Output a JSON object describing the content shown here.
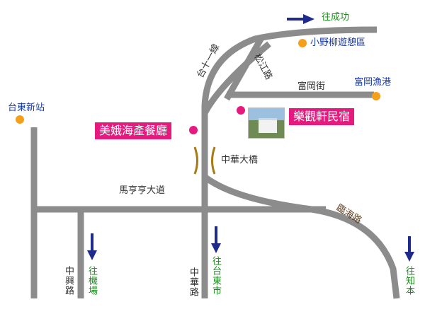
{
  "roads": {
    "tai11": "台十一線",
    "songjiang": "松江路",
    "fugang_st": "富岡街",
    "mahengheng": "馬亨亨大道",
    "zhongxing": "中興路",
    "zhonghua": "中華路",
    "linhai": "臨海路"
  },
  "places": {
    "taitung_station": "台東新站",
    "xiaoyeliu": "小野柳遊憩區",
    "fugang_harbor": "富岡漁港",
    "meie_restaurant": "美娥海產餐廳",
    "leguanxuan": "樂觀軒民宿",
    "zhonghua_bridge": "中華大橋"
  },
  "directions": {
    "to_chenggong": "往成功",
    "to_airport": "往機場",
    "to_taitung_city": "往台東市",
    "to_zhiben": "往知本"
  },
  "colors": {
    "road": "#8c8c8c",
    "marker": "#f5a01a",
    "pink": "#e6197f",
    "arrow": "#1e2a8c",
    "bridge": "#a77a14",
    "direction_text": "#1a8a1a",
    "place_text": "#1a3aa8"
  }
}
